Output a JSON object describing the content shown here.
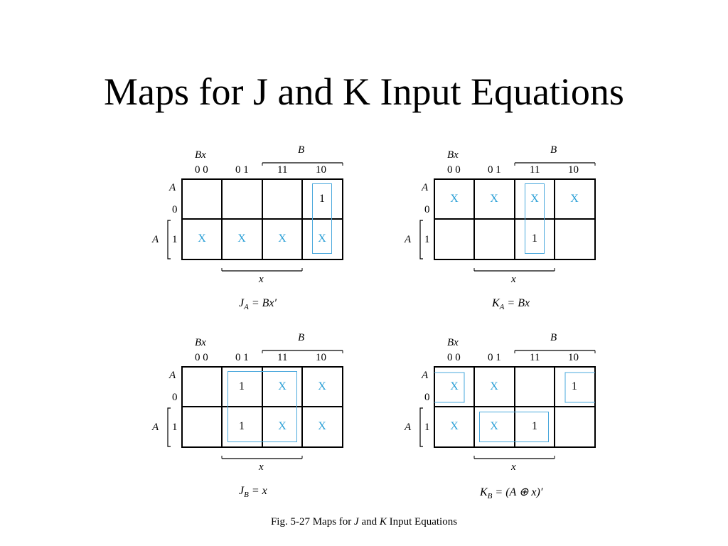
{
  "title": "Maps for J and K Input Equations",
  "caption": {
    "prefix": "Fig. 5-27  Maps for ",
    "j": "J",
    "mid": " and ",
    "k": "K",
    "suffix": " Input Equations"
  },
  "map_labels": {
    "cols_var": "Bx",
    "rows_var": "A",
    "col_headers": [
      "0 0",
      "0 1",
      "11",
      "10"
    ],
    "row_headers": [
      "0",
      "1"
    ],
    "b_label": "B",
    "x_label": "x",
    "a_label": "A"
  },
  "maps": [
    {
      "cells": [
        [
          "",
          "",
          "",
          "1"
        ],
        [
          "X",
          "X",
          "X",
          "X"
        ]
      ],
      "equation": {
        "lhs": "J",
        "sub": "A",
        "rhs": " = Bx′"
      }
    },
    {
      "cells": [
        [
          "X",
          "X",
          "X",
          "X"
        ],
        [
          "",
          "",
          "1",
          ""
        ]
      ],
      "equation": {
        "lhs": "K",
        "sub": "A",
        "rhs": " = Bx"
      }
    },
    {
      "cells": [
        [
          "",
          "1",
          "X",
          "X"
        ],
        [
          "",
          "1",
          "X",
          "X"
        ]
      ],
      "equation": {
        "lhs": "J",
        "sub": "B",
        "rhs": " = x"
      }
    },
    {
      "cells": [
        [
          "X",
          "X",
          "",
          "1"
        ],
        [
          "X",
          "X",
          "1",
          ""
        ]
      ],
      "equation": {
        "lhs": "K",
        "sub": "B",
        "rhs": " = (A ⊕ x)′"
      }
    }
  ],
  "colors": {
    "dont_care": "#2a9fd6",
    "loop": "#4aa8dc"
  }
}
